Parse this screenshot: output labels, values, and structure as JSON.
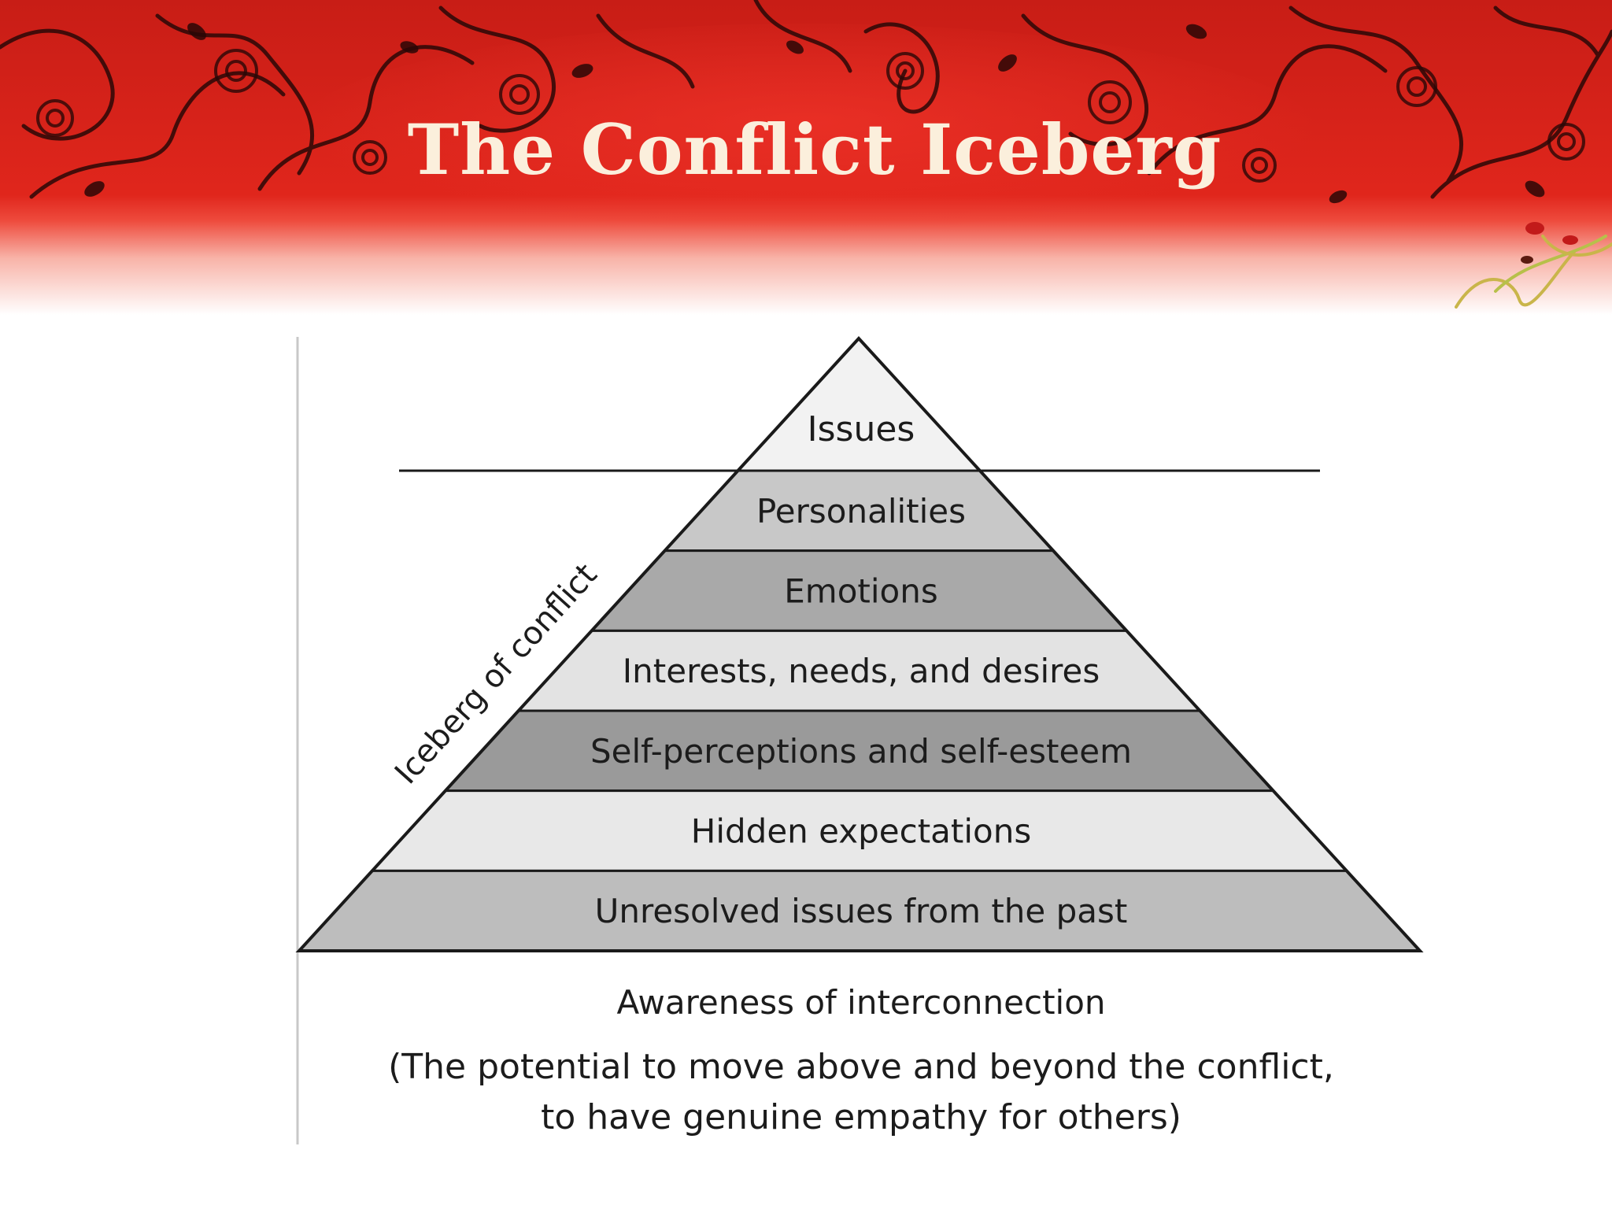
{
  "slide": {
    "title": "The Conflict Iceberg"
  },
  "diagram": {
    "tip_label": "Issues",
    "side_label": "Iceberg of conflict",
    "layers": [
      {
        "label": "Personalities",
        "color": "#c8c8c8"
      },
      {
        "label": "Emotions",
        "color": "#a9a9a9"
      },
      {
        "label": "Interests, needs, and desires",
        "color": "#e3e3e3"
      },
      {
        "label": "Self-perceptions and self-esteem",
        "color": "#9a9a9a"
      },
      {
        "label": "Hidden expectations",
        "color": "#e8e8e8"
      },
      {
        "label": "Unresolved issues from the past",
        "color": "#bdbdbd"
      }
    ],
    "tip_color": "#f2f2f2",
    "caption": {
      "heading": "Awareness of interconnection",
      "line1": "(The potential to move above and beyond the conflict,",
      "line2": "to have genuine empathy for others)"
    }
  },
  "colors": {
    "banner_red": "#d7261c",
    "banner_dark": "#8e1210",
    "title_text": "#fbefdc"
  }
}
